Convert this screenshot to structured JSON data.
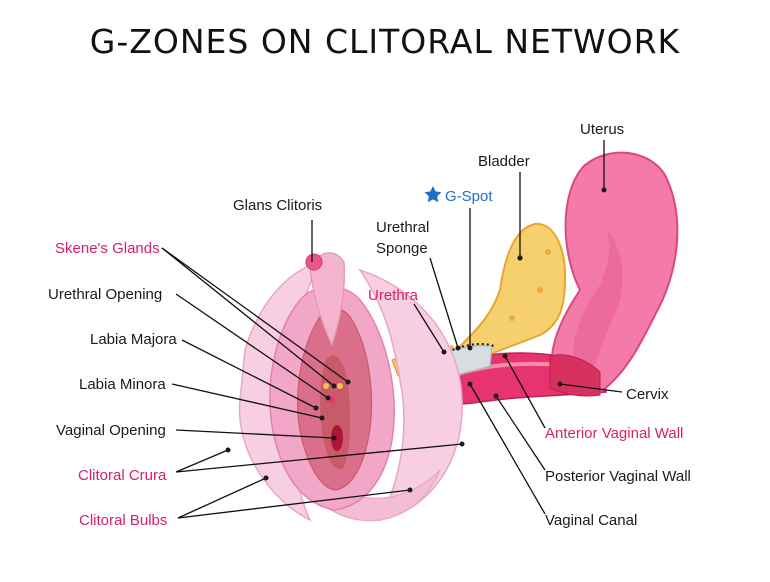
{
  "title": "G-ZONES ON CLITORAL NETWORK",
  "labels": {
    "uterus": "Uterus",
    "bladder": "Bladder",
    "g_spot": "G-Spot",
    "glans_clitoris": "Glans Clitoris",
    "urethral_sponge_line1": "Urethral",
    "urethral_sponge_line2": "Sponge",
    "skenes_glands": "Skene's Glands",
    "urethra": "Urethra",
    "urethral_opening": "Urethral Opening",
    "labia_majora": "Labia Majora",
    "labia_minora": "Labia Minora",
    "cervix": "Cervix",
    "vaginal_opening": "Vaginal Opening",
    "anterior_vaginal_wall": "Anterior Vaginal Wall",
    "clitoral_crura": "Clitoral Crura",
    "posterior_vaginal_wall": "Posterior Vaginal Wall",
    "clitoral_bulbs": "Clitoral Bulbs",
    "vaginal_canal": "Vaginal Canal"
  },
  "colors": {
    "label_dark": "#1a1a1a",
    "label_pink": "#d6206e",
    "label_blue": "#1c70c7",
    "uterus": "#f47aa8",
    "bladder": "#f6cf6e",
    "vaginal_canal": "#e8346e",
    "sponge": "#d8dde2",
    "labia_light": "#f7cfe0",
    "labia_mid": "#f2a6c8",
    "inner": "#c85a6a"
  }
}
